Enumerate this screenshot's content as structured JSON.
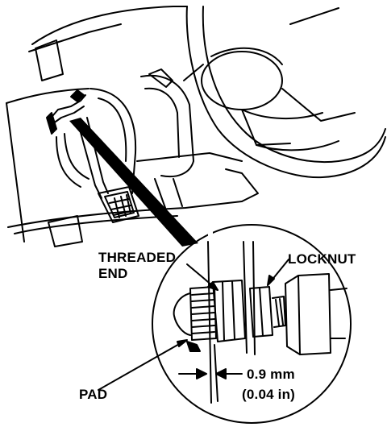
{
  "labels": {
    "threaded_end_line1": "THREADED",
    "threaded_end_line2": "END",
    "locknut": "LOCKNUT",
    "pad": "PAD",
    "clearance_mm": "0.9 mm",
    "clearance_in": "(0.04 in)"
  },
  "colors": {
    "ink": "#000000",
    "paper": "#ffffff"
  }
}
